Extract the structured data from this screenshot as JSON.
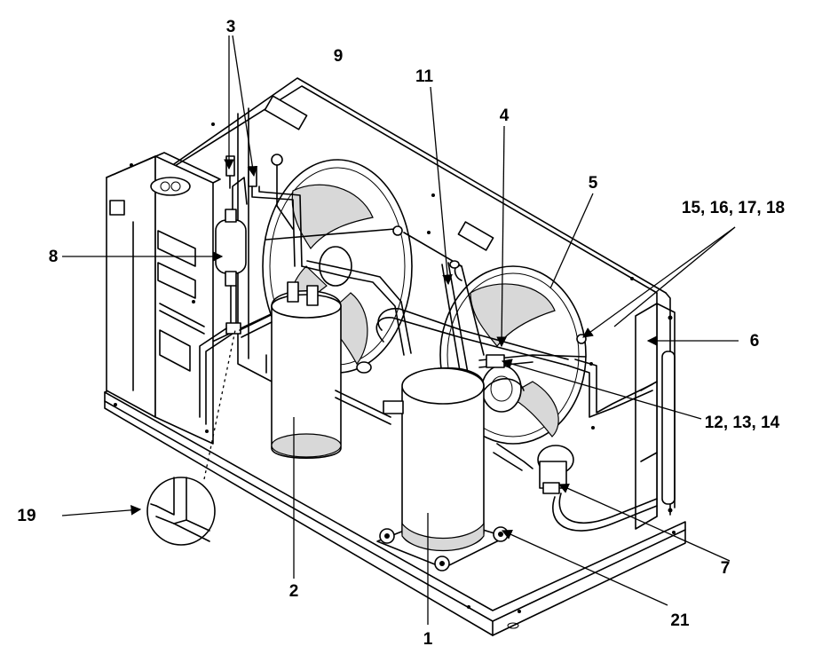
{
  "callouts": {
    "c1": "1",
    "c2": "2",
    "c3": "3",
    "c4": "4",
    "c5": "5",
    "c6": "6",
    "c7": "7",
    "c8": "8",
    "c9": "9",
    "c11": "11",
    "c12": "12, 13, 14",
    "c15": "15, 16, 17, 18",
    "c19": "19",
    "c21": "21"
  },
  "colors": {
    "line": "#000000",
    "background": "#ffffff",
    "shade": "#d8d8d8"
  }
}
